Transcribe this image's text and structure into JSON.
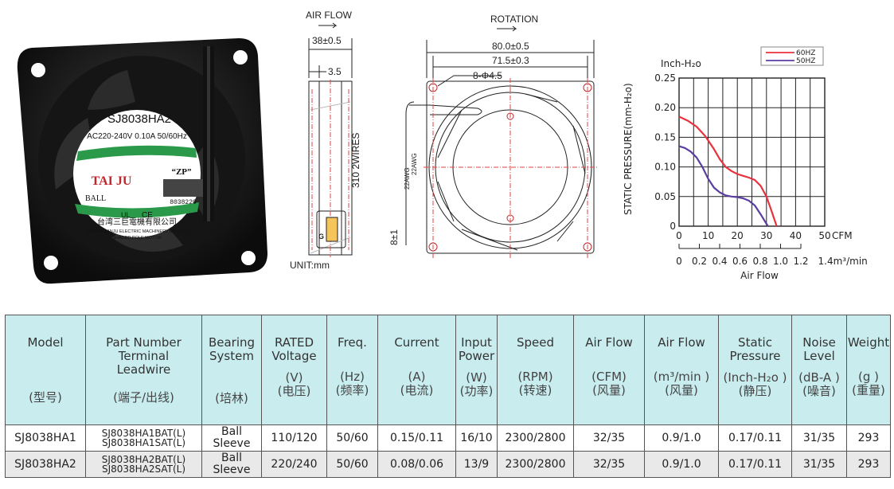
{
  "fan_label": {
    "model": "SJ8038HA2",
    "rating": "AC220-240V  0.10A  50/60Hz",
    "brand": "TAI JU",
    "zp": "“ZP”",
    "ball": "BALL",
    "serial": "8038220",
    "company_cn": "台湾三巨電機有限公司",
    "company_en": "TAIWAN SANJU ELECTRIC MACHINERY CO.,LTD.",
    "motor": "SHADED POLE MOTOR"
  },
  "side_drawing": {
    "air_flow": "AIR FLOW",
    "depth": "38±0.5",
    "fin": "3.5",
    "unit": "UNIT:mm",
    "wire_length": "310 2WIRES",
    "wire_gauge_a": "22AWG",
    "wire_gauge_b": "22AWG",
    "strip": "8±1"
  },
  "front_drawing": {
    "rotation": "ROTATION",
    "width": "80.0±0.5",
    "hole_pitch": "71.5±0.3",
    "holes": "8-Φ4.5"
  },
  "chart_data": {
    "type": "line",
    "ylabel": "STATIC PRESSURE(mm-H₂o)",
    "y_unit_label": "Inch-H₂o",
    "x_unit": "CFM",
    "x_ticks": [
      "0",
      "10",
      "20",
      "30",
      "40",
      "50"
    ],
    "y_ticks": [
      "0",
      "0.05",
      "0.10",
      "0.15",
      "0.20",
      "0.25"
    ],
    "x2_ticks": [
      "0",
      "0.2",
      "0.4",
      "0.6",
      "0.8",
      "1.0",
      "1.2",
      "1.4m³/min"
    ],
    "x2_label": "Air Flow",
    "xlim": [
      0,
      50
    ],
    "ylim": [
      0,
      0.25
    ],
    "grid": true,
    "legend_position": "top-right",
    "series": [
      {
        "name": "60HZ",
        "color": "#e8323e",
        "x": [
          0,
          3,
          6,
          9,
          12,
          14,
          16,
          18,
          20,
          22,
          24,
          26,
          28,
          30,
          32,
          33.5
        ],
        "y": [
          0.185,
          0.178,
          0.168,
          0.152,
          0.13,
          0.113,
          0.1,
          0.093,
          0.088,
          0.085,
          0.082,
          0.078,
          0.068,
          0.05,
          0.022,
          0
        ]
      },
      {
        "name": "50HZ",
        "color": "#5b3fa0",
        "x": [
          0,
          2,
          4,
          6,
          8,
          10,
          12,
          14,
          16,
          18,
          20,
          22,
          24,
          26,
          28,
          30.5
        ],
        "y": [
          0.135,
          0.132,
          0.126,
          0.116,
          0.1,
          0.08,
          0.065,
          0.057,
          0.052,
          0.05,
          0.049,
          0.047,
          0.043,
          0.035,
          0.02,
          0
        ]
      }
    ]
  },
  "table": {
    "headers": [
      {
        "name": "Model",
        "unit": "(型号)"
      },
      {
        "name": "Part Number\nTerminal\nLeadwire",
        "unit": "(端子/出线)"
      },
      {
        "name": "Bearing\nSystem",
        "unit": "(培林)"
      },
      {
        "name": "RATED\nVoltage",
        "unit": "(V)\n(电压)"
      },
      {
        "name": "Freq.",
        "unit": "(Hz)\n(频率)"
      },
      {
        "name": "Current",
        "unit": "(A)\n(电流)"
      },
      {
        "name": "Input\nPower",
        "unit": "(W)\n(功率)"
      },
      {
        "name": "Speed",
        "unit": "(RPM)\n(转速)"
      },
      {
        "name": "Air Flow",
        "unit": "(CFM)\n(风量)"
      },
      {
        "name": "Air Flow",
        "unit": "(m³/min )\n(风量)"
      },
      {
        "name": "Static\nPressure",
        "unit": "(Inch-H₂o )\n(静压)"
      },
      {
        "name": "Noise\nLevel",
        "unit": "(dB-A )\n(噪音)"
      },
      {
        "name": "Weight",
        "unit": "(g )\n(重量)"
      }
    ],
    "rows": [
      {
        "model": "SJ8038HA1",
        "part1": "SJ8038HA1BAT(L)",
        "part2": "SJ8038HA1SAT(L)",
        "bearing1": "Ball",
        "bearing2": "Sleeve",
        "voltage": "110/120",
        "freq": "50/60",
        "current": "0.15/0.11",
        "power": "16/10",
        "speed": "2300/2800",
        "cfm": "32/35",
        "m3": "0.9/1.0",
        "pressure": "0.17/0.11",
        "noise": "31/35",
        "weight": "293"
      },
      {
        "model": "SJ8038HA2",
        "part1": "SJ8038HA2BAT(L)",
        "part2": "SJ8038HA2SAT(L)",
        "bearing1": "Ball",
        "bearing2": "Sleeve",
        "voltage": "220/240",
        "freq": "50/60",
        "current": "0.08/0.06",
        "power": "13/9",
        "speed": "2300/2800",
        "cfm": "32/35",
        "m3": "0.9/1.0",
        "pressure": "0.17/0.11",
        "noise": "31/35",
        "weight": "293"
      }
    ]
  }
}
